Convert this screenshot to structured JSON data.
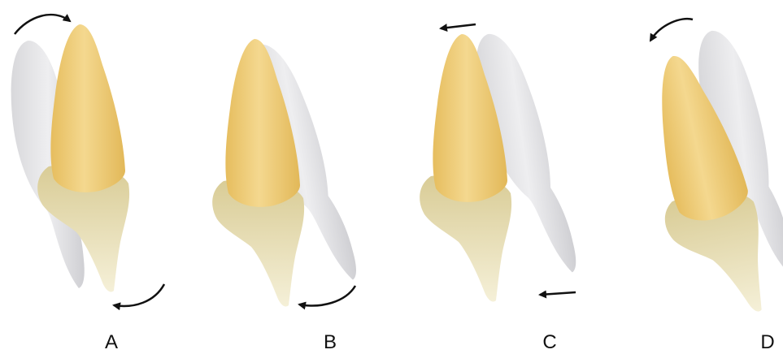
{
  "figure": {
    "panels": [
      {
        "label": "A"
      },
      {
        "label": "B"
      },
      {
        "label": "C"
      },
      {
        "label": "D"
      }
    ],
    "colors": {
      "ghost_tooth": "#e2e2e4",
      "ghost_shadow": "#c9c9cc",
      "root": "#ecc873",
      "root_highlight": "#f6dc9a",
      "crown": "#ede6c2",
      "crown_shadow": "#d7cb98",
      "arrow": "#111111"
    }
  }
}
